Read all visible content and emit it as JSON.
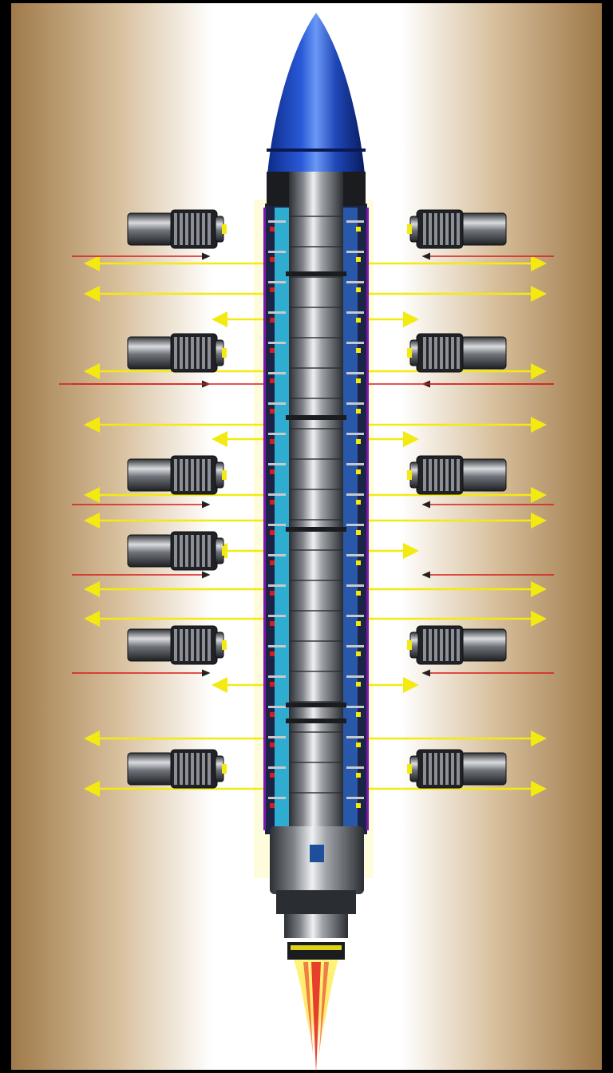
{
  "scene": {
    "subject": "rocket",
    "colors": {
      "frame": "#000000",
      "backdrop_edge": "#a07a4a",
      "backdrop_mid": "#d9c1a0",
      "backdrop_center": "#ffffff",
      "nose_cone": "#1f47b8",
      "nose_highlight": "#5d8cf0",
      "hull": "#8f9399",
      "hull_light": "#e6e8ea",
      "hull_dark": "#3a3d42",
      "truss": "#1b2347",
      "accent_cyan": "#33c6ea",
      "accent_purple": "#7a1aa8",
      "arrow_yellow": "#f3ea12",
      "arrow_red": "#d81b1b",
      "thruster_body": "#5c6066",
      "thruster_grille": "#202226",
      "thruster_highlight": "#d9dbde",
      "exhaust_yellow": "#fff24a",
      "exhaust_red": "#e32020"
    },
    "thruster_pods": {
      "left": [
        "pod-1",
        "pod-2",
        "pod-3",
        "pod-4",
        "pod-5",
        "pod-6"
      ],
      "right": [
        "pod-1",
        "pod-2",
        "pod-3",
        "pod-5",
        "pod-6"
      ]
    },
    "icons": [
      "nose-cone-icon",
      "thruster-pod-icon",
      "arrow-icon",
      "exhaust-plume-icon"
    ]
  }
}
